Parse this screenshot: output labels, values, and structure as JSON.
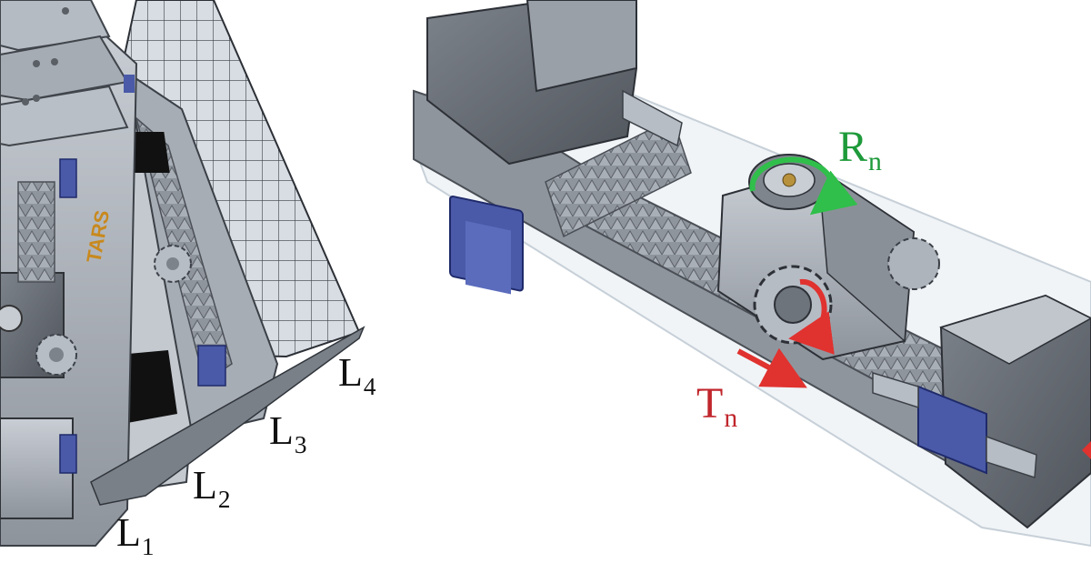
{
  "figure": {
    "left_panel": {
      "leg_labels": [
        {
          "letter": "L",
          "sub": "1"
        },
        {
          "letter": "L",
          "sub": "2"
        },
        {
          "letter": "L",
          "sub": "3"
        },
        {
          "letter": "L",
          "sub": "4"
        }
      ],
      "logo_text": "TARS"
    },
    "right_panel": {
      "rotation_label": {
        "letter": "R",
        "sub": "n",
        "color": "#1e9a3a"
      },
      "translation_label": {
        "letter": "T",
        "sub": "n",
        "color": "#c0262c"
      }
    }
  },
  "colors": {
    "metal_light": "#b9bfc7",
    "metal_mid": "#8f959d",
    "metal_dark": "#6a7078",
    "clamp_blue": "#4a5aa8",
    "glass": "#e8eef3",
    "rotation_arrow": "#2fbf4a",
    "translation_arrow": "#e0322f"
  }
}
